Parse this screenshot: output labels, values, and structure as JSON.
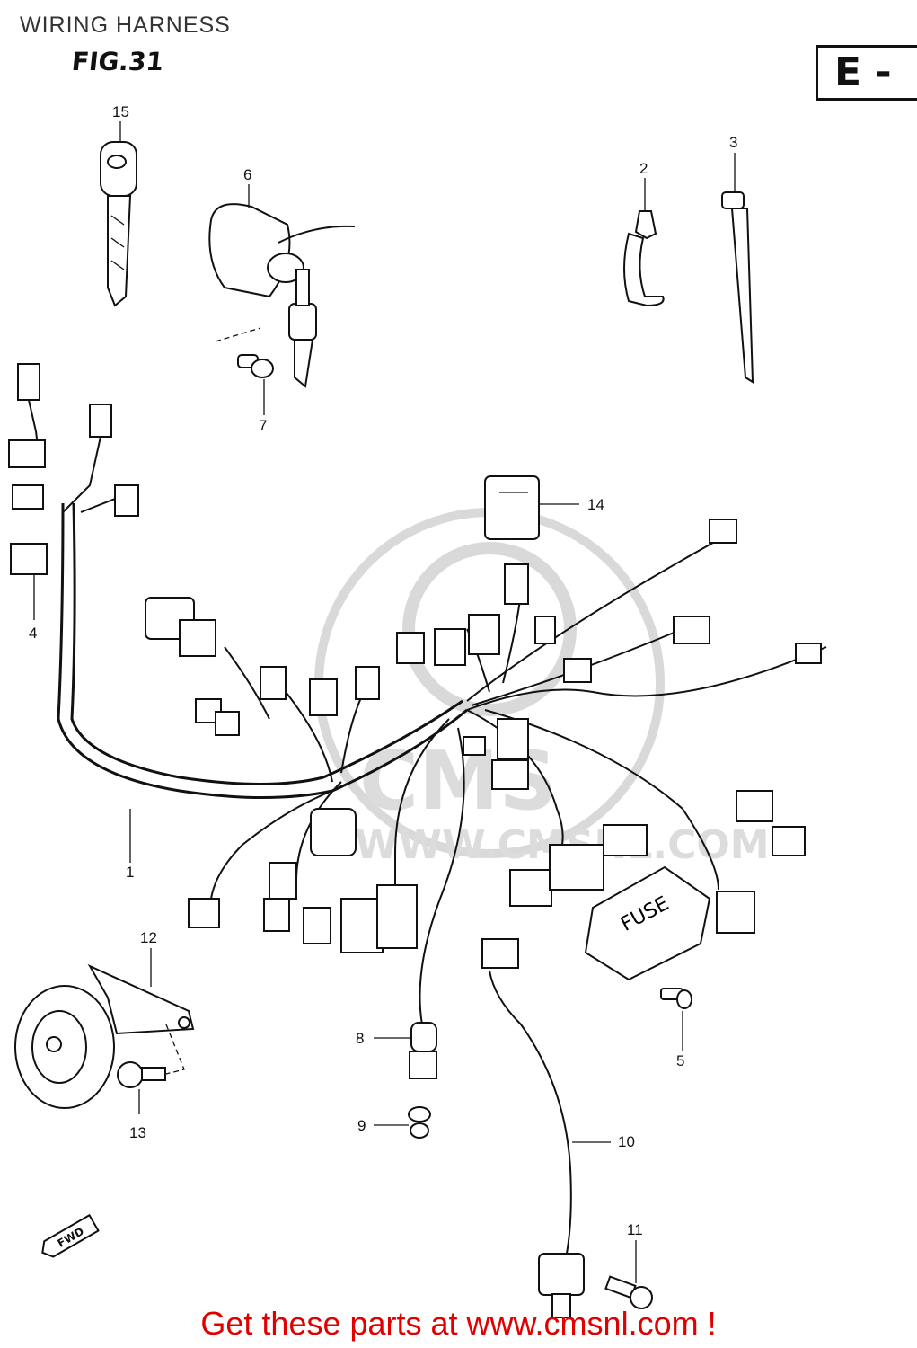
{
  "header": {
    "title": "WIRING HARNESS",
    "figure": "FIG.31",
    "region_code": "E -"
  },
  "callouts": [
    {
      "id": "1",
      "label": "1"
    },
    {
      "id": "2",
      "label": "2"
    },
    {
      "id": "3",
      "label": "3"
    },
    {
      "id": "4",
      "label": "4"
    },
    {
      "id": "5",
      "label": "5"
    },
    {
      "id": "6",
      "label": "6"
    },
    {
      "id": "7",
      "label": "7"
    },
    {
      "id": "8",
      "label": "8"
    },
    {
      "id": "9",
      "label": "9"
    },
    {
      "id": "10",
      "label": "10"
    },
    {
      "id": "11",
      "label": "11"
    },
    {
      "id": "12",
      "label": "12"
    },
    {
      "id": "13",
      "label": "13"
    },
    {
      "id": "14",
      "label": "14"
    },
    {
      "id": "15",
      "label": "15"
    }
  ],
  "fuse_label": "FUSE",
  "fwd_label": "FWD",
  "watermark": {
    "text": "CMS",
    "url": "WWW.CMSNL.COM"
  },
  "footer": {
    "text": "Get these parts at www.cmsnl.com !",
    "color": "#e00000"
  }
}
